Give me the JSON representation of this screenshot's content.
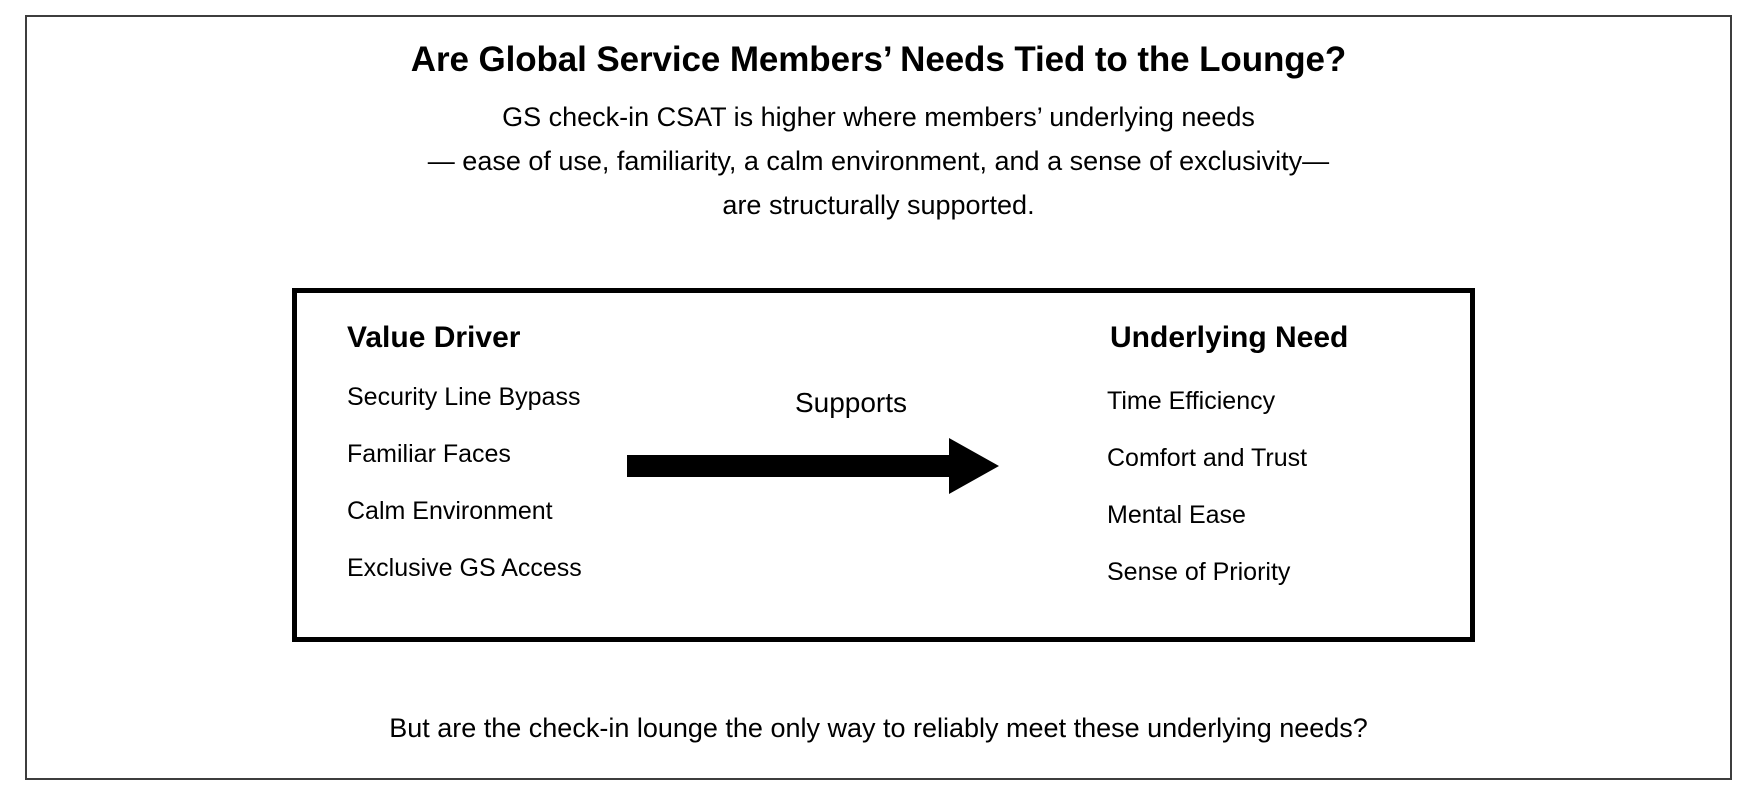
{
  "slide": {
    "title": "Are Global Service Members’ Needs Tied to the Lounge?",
    "subtitle_lines": [
      "GS check-in CSAT is higher where members’ underlying needs",
      "— ease of use, familiarity, a calm environment, and a sense of exclusivity—",
      "are structurally supported."
    ],
    "footer_note": "But are the check-in lounge the only way to reliably meet these underlying needs?"
  },
  "diagram": {
    "left_column": {
      "header": "Value Driver",
      "items": [
        "Security Line Bypass",
        "Familiar Faces",
        "Calm Environment",
        "Exclusive GS Access"
      ]
    },
    "right_column": {
      "header": "Underlying Need",
      "items": [
        "Time Efficiency",
        "Comfort and Trust",
        "Mental Ease",
        "Sense of Priority"
      ]
    },
    "connector": {
      "label": "Supports",
      "direction": "left-to-right"
    }
  },
  "colors": {
    "background": "#ffffff",
    "text": "#000000",
    "outer_border": "#3d3d3d",
    "inner_border": "#000000",
    "arrow": "#000000"
  }
}
